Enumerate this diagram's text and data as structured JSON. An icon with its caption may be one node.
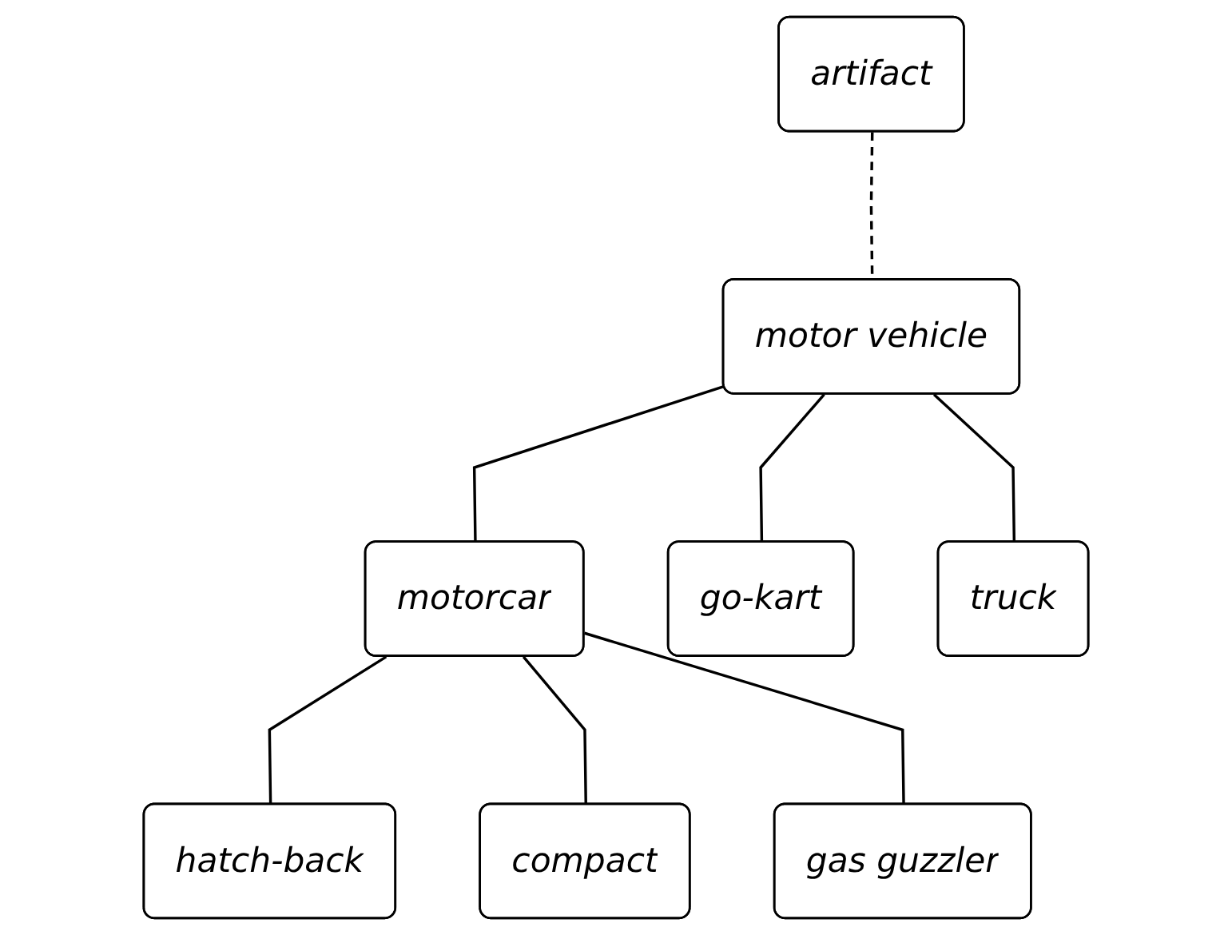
{
  "diagram": {
    "nodes": [
      {
        "text": [
          "artifact"
        ]
      },
      {
        "text": [
          "motor vehicle"
        ]
      },
      {
        "text": [
          "motorcar"
        ]
      },
      {
        "text": [
          "go-kart"
        ]
      },
      {
        "text": [
          "truck"
        ]
      },
      {
        "text": [
          "hatch-back"
        ]
      },
      {
        "text": [
          "compact"
        ]
      },
      {
        "text": [
          "gas guzzler"
        ]
      }
    ],
    "edges": [
      {
        "from": 0,
        "to": 1,
        "arrow": "none",
        "style": "dashed"
      },
      {
        "from": 1,
        "to": 2,
        "arrow": "none"
      },
      {
        "from": 1,
        "to": 3,
        "arrow": "none"
      },
      {
        "from": 1,
        "to": 4,
        "arrow": "none"
      },
      {
        "from": 2,
        "to": 5,
        "arrow": "none"
      },
      {
        "from": 2,
        "to": 6,
        "arrow": "none"
      },
      {
        "from": 2,
        "to": 7,
        "arrow": "none"
      }
    ]
  }
}
